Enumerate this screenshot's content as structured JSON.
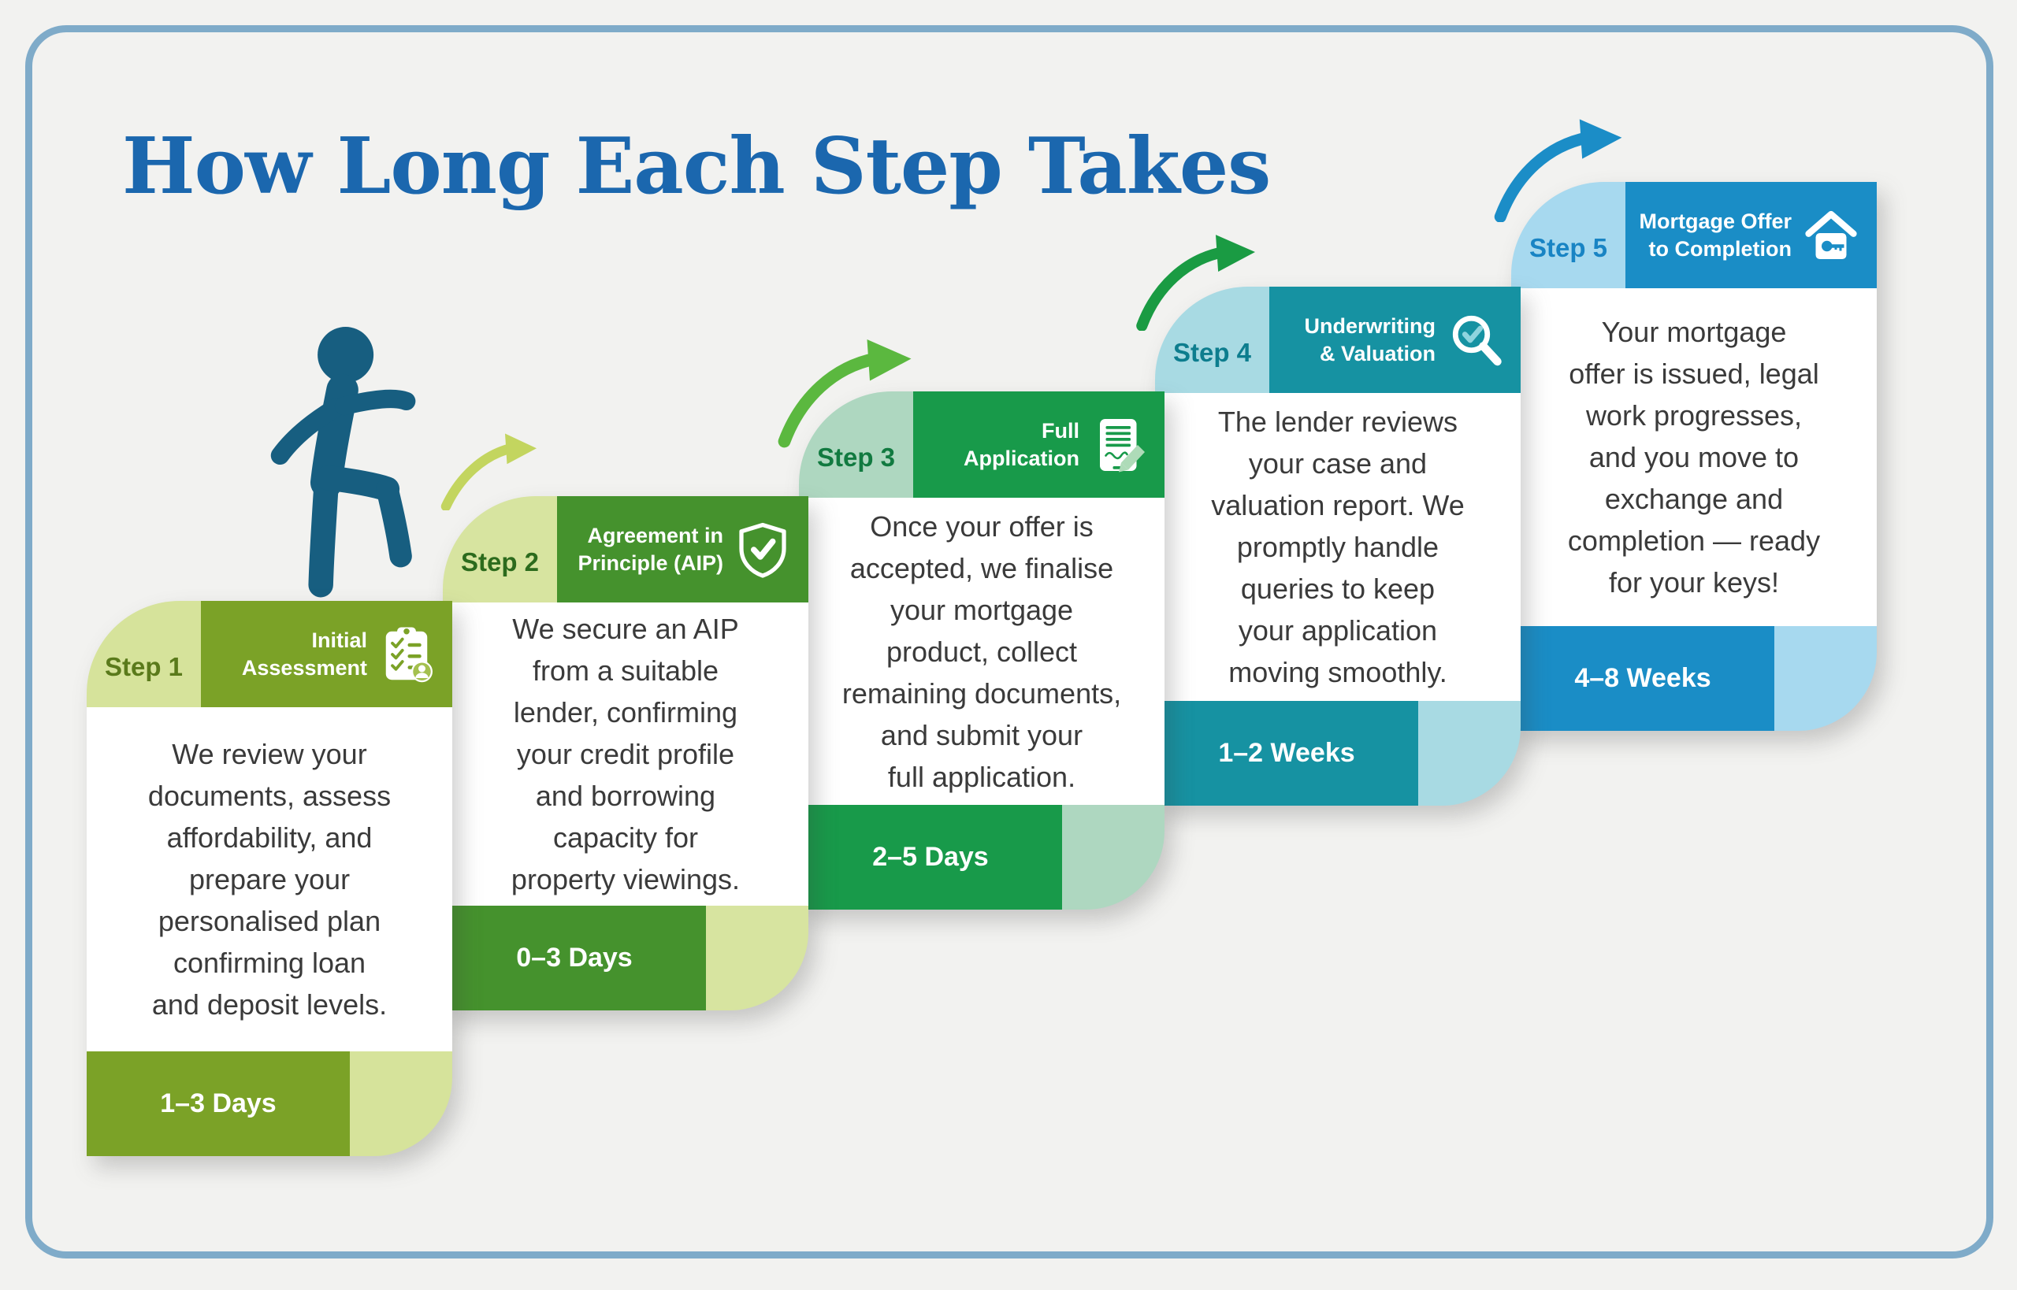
{
  "title": "How Long Each Step Takes",
  "colors": {
    "background": "#f2f2f0",
    "frame": "#7fabc9",
    "title": "#1b67ae",
    "body_text": "#3a3a3a",
    "person": "#175e80",
    "arrows": [
      "#c3d55f",
      "#5bb83f",
      "#1a9b43",
      "#1b8dc7"
    ]
  },
  "person_icon": "walking-person-icon",
  "steps": [
    {
      "label": "Step 1",
      "heading": "Initial\nAssessment",
      "icon": "clipboard-checklist-icon",
      "body": "We review your\ndocuments, assess\naffordability, and\nprepare your\npersonalised plan\nconfirming loan\nand deposit levels.",
      "duration": "1–3 Days",
      "colors": {
        "dark": "#7ba227",
        "light": "#d6e39b",
        "tab_text": "#5a7a1b"
      }
    },
    {
      "label": "Step 2",
      "heading": "Agreement in\nPrinciple (AIP)",
      "icon": "shield-check-icon",
      "body": "We secure an AIP\nfrom a suitable\nlender, confirming\nyour credit profile\nand borrowing\ncapacity for\nproperty viewings.",
      "duration": "0–3 Days",
      "colors": {
        "dark": "#45922d",
        "light": "#d7e4a0",
        "tab_text": "#2c6b1d"
      }
    },
    {
      "label": "Step 3",
      "heading": "Full\nApplication",
      "icon": "document-pen-icon",
      "body": "Once your offer is\naccepted, we finalise\nyour mortgage\nproduct, collect\nremaining documents,\nand submit your\nfull application.",
      "duration": "2–5 Days",
      "colors": {
        "dark": "#189a4a",
        "light": "#aed7c0",
        "tab_text": "#117a40"
      }
    },
    {
      "label": "Step 4",
      "heading": "Underwriting\n& Valuation",
      "icon": "magnifier-check-icon",
      "body": "The lender reviews\nyour case and\nvaluation report. We\npromptly handle\nqueries to keep\nyour application\nmoving smoothly.",
      "duration": "1–2 Weeks",
      "colors": {
        "dark": "#1692a2",
        "light": "#a8dae3",
        "tab_text": "#0d7d8e"
      }
    },
    {
      "label": "Step 5",
      "heading": "Mortgage Offer\nto Completion",
      "icon": "house-key-icon",
      "body": "Your mortgage\noffer is issued, legal\nwork progresses,\nand you move to\nexchange and\ncompletion — ready\nfor your keys!",
      "duration": "4–8 Weeks",
      "colors": {
        "dark": "#1a8dc6",
        "light": "#a7d9ef",
        "tab_text": "#1884c4"
      }
    }
  ]
}
